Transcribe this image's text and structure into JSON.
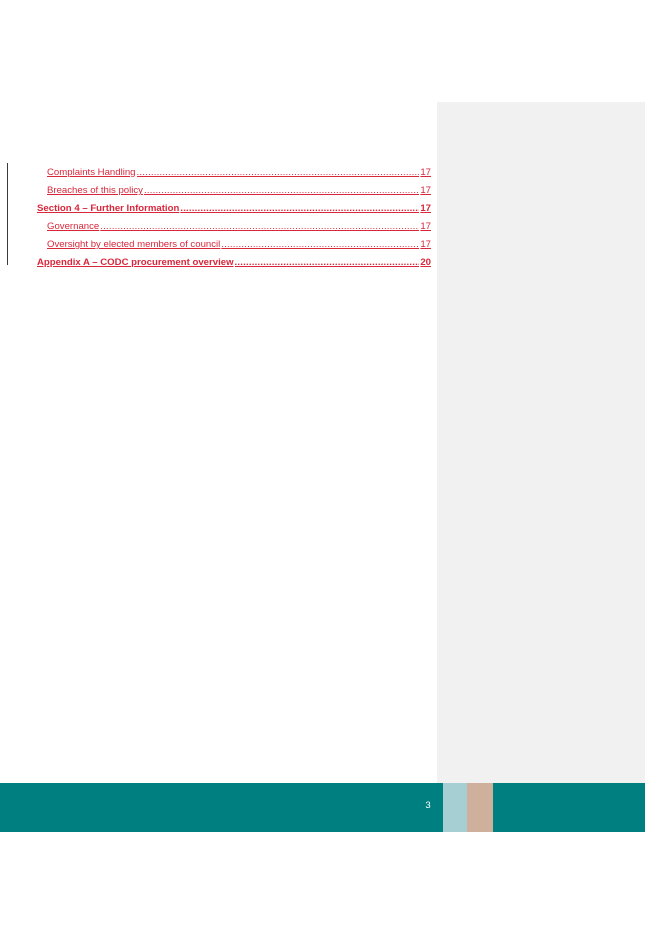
{
  "colors": {
    "link": "#d8273b",
    "footer_teal": "#007f80",
    "footer_light_blue": "#a6cfd3",
    "footer_tan": "#cfb09c",
    "comment_pane": "#f1f1f1"
  },
  "toc": {
    "entries": [
      {
        "label": "Complaints Handling",
        "page": "17",
        "level": 2
      },
      {
        "label": "Breaches of this policy",
        "page": "17",
        "level": 2
      },
      {
        "label": "Section 4 – Further Information",
        "page": "17",
        "level": 1
      },
      {
        "label": "Governance",
        "page": "17",
        "level": 2
      },
      {
        "label": "Oversight by elected members of council",
        "page": "17",
        "level": 2
      },
      {
        "label": "Appendix A – CODC procurement overview",
        "page": "20",
        "level": 1
      }
    ]
  },
  "footer": {
    "page_number": "3"
  }
}
